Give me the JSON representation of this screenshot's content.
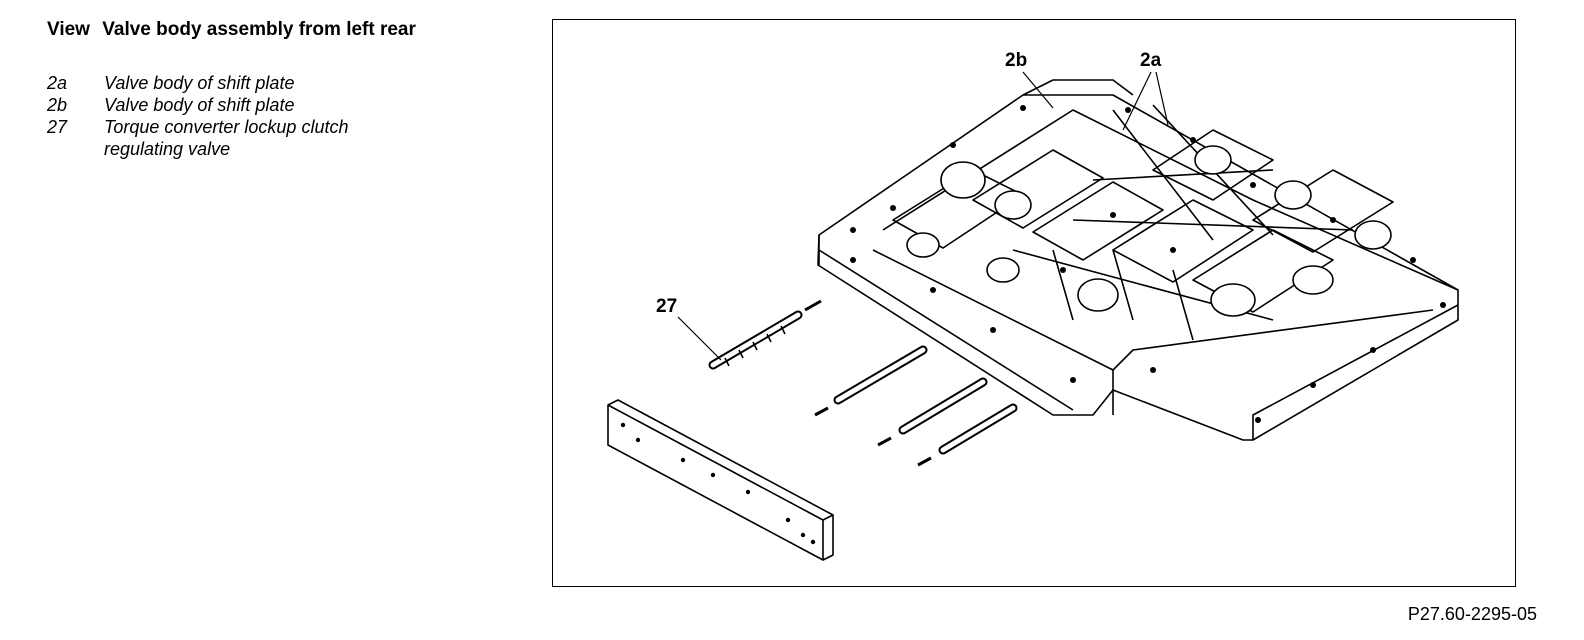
{
  "heading": {
    "prefix": "View",
    "title": "Valve body assembly from left rear"
  },
  "legend": [
    {
      "key": "2a",
      "text": "Valve body of shift plate"
    },
    {
      "key": "2b",
      "text": "Valve body of shift plate"
    },
    {
      "key": "27",
      "text": "Torque converter lockup clutch regulating valve"
    }
  ],
  "figure": {
    "callouts": {
      "c2b": "2b",
      "c2a": "2a",
      "c27": "27"
    },
    "code": "P27.60-2295-05"
  }
}
